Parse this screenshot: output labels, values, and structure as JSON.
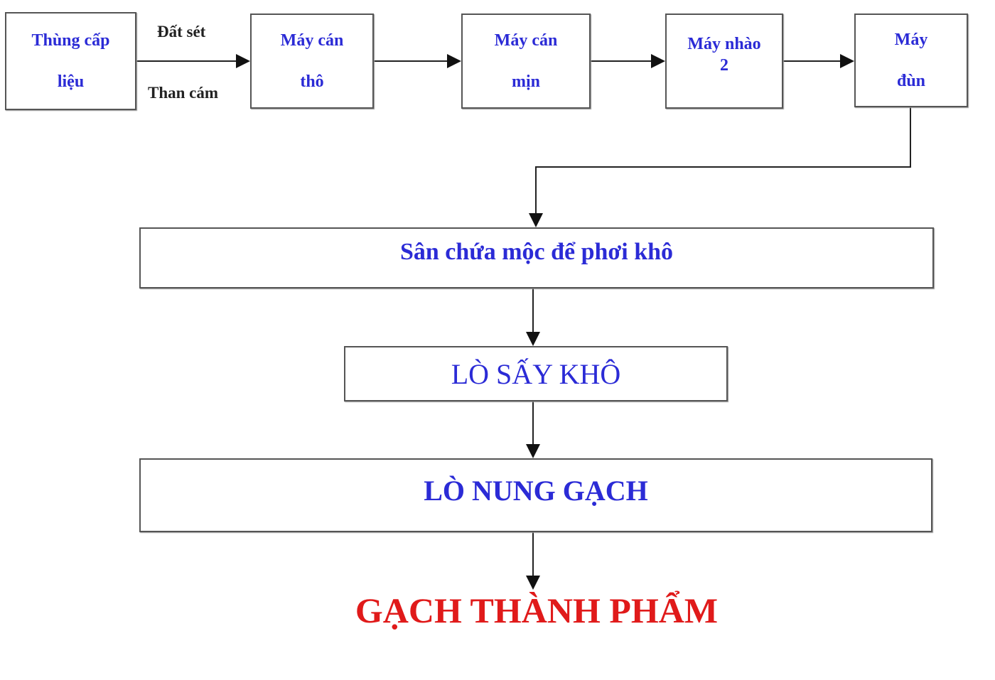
{
  "top_row": [
    {
      "lines": [
        "Thùng cấp",
        "liệu"
      ]
    },
    {
      "lines": [
        "Máy cán",
        "thô"
      ]
    },
    {
      "lines": [
        "Máy cán",
        "mịn"
      ]
    },
    {
      "lines": [
        "Máy nhào",
        "2"
      ]
    },
    {
      "lines": [
        "Máy",
        "đùn"
      ]
    }
  ],
  "inputs": {
    "top": "Đất sét",
    "bottom": "Than cám"
  },
  "drying_yard": "Sân chứa mộc để phơi khô",
  "dryer": "LÒ SẤY KHÔ",
  "kiln": "LÒ NUNG GẠCH",
  "product": "GẠCH THÀNH PHẨM",
  "colors": {
    "box_text": "#2b2bd6",
    "product": "#e01a1a"
  }
}
